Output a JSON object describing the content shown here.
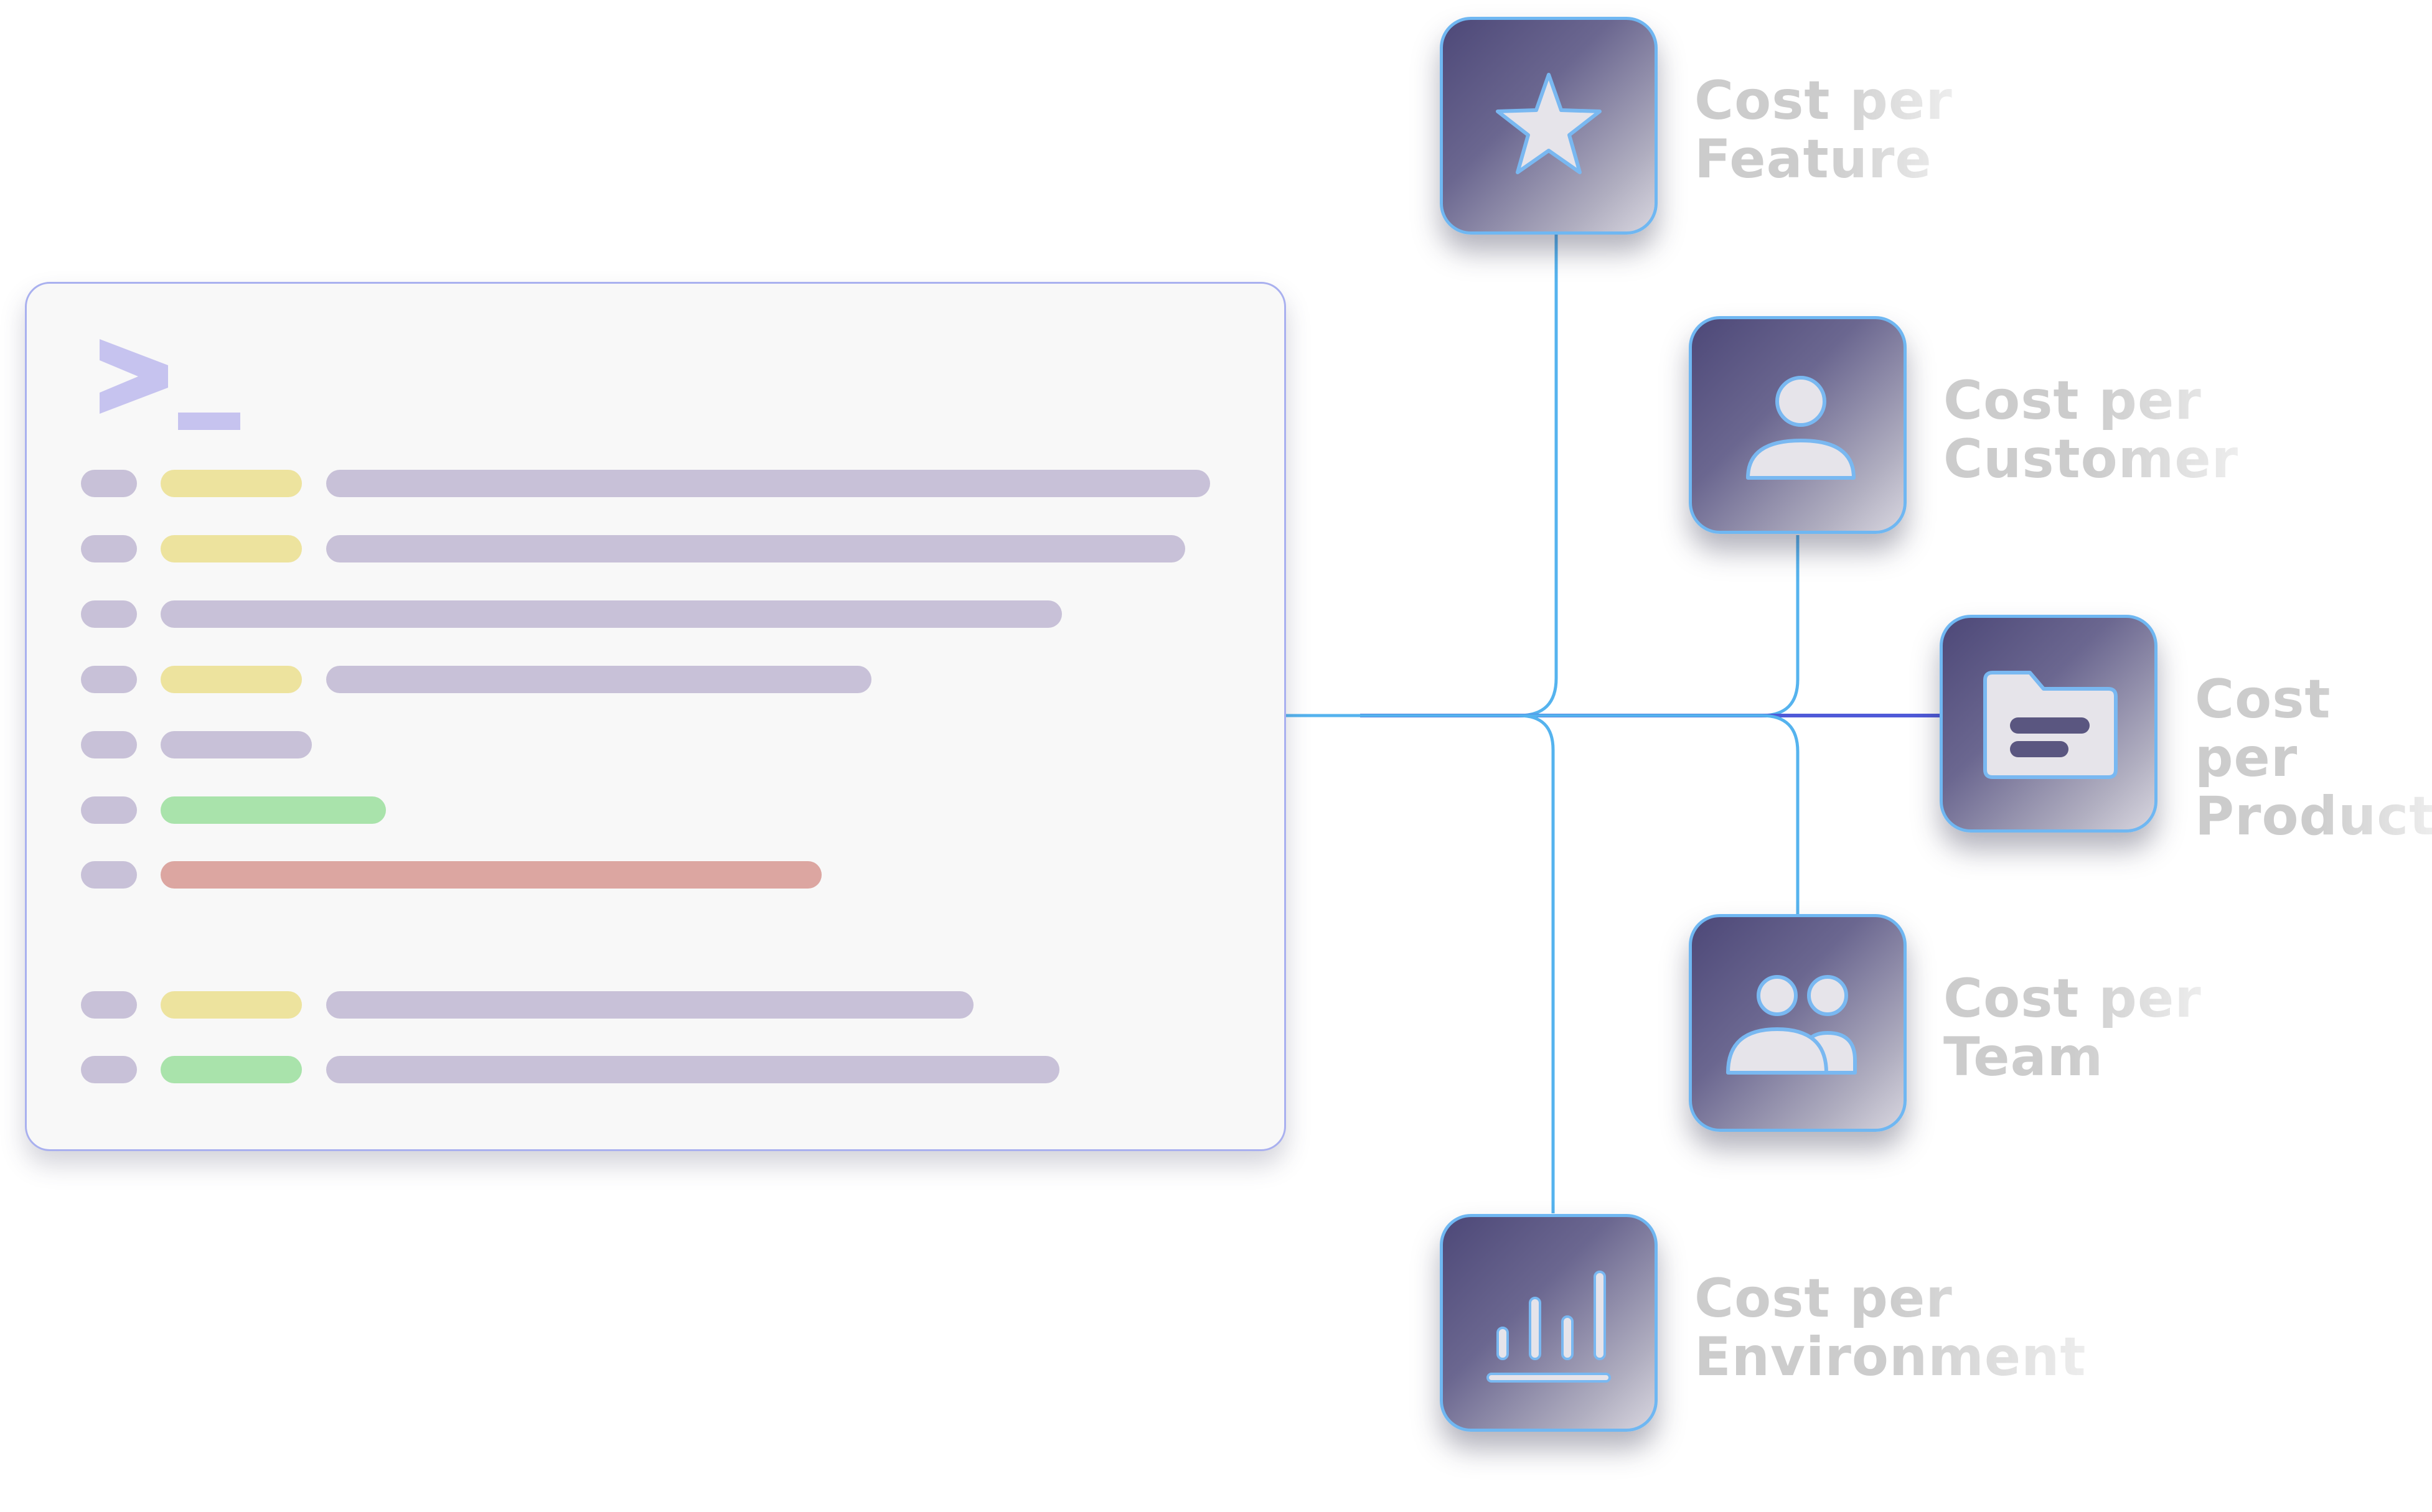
{
  "diagram": {
    "nodes": [
      {
        "id": "feature",
        "icon": "star-icon",
        "label": "Cost per\nFeature"
      },
      {
        "id": "customer",
        "icon": "user-icon",
        "label": "Cost per\nCustomer"
      },
      {
        "id": "product",
        "icon": "folder-icon",
        "label": "Cost per\nProduct"
      },
      {
        "id": "team",
        "icon": "users-icon",
        "label": "Cost per\nTeam"
      },
      {
        "id": "environment",
        "icon": "bar-chart-icon",
        "label": "Cost per\nEnvironment"
      }
    ],
    "colors": {
      "connector": "#55b3ee",
      "connector_accent": "#4f5ad8",
      "tile_border": "#6fb7f2",
      "label": "#cccccc",
      "pill_purple": "#c8c1d8",
      "pill_yellow": "#ede39e",
      "pill_green": "#a9e3ab",
      "pill_red": "#dca6a1",
      "prompt": "#c6c3ef"
    }
  }
}
